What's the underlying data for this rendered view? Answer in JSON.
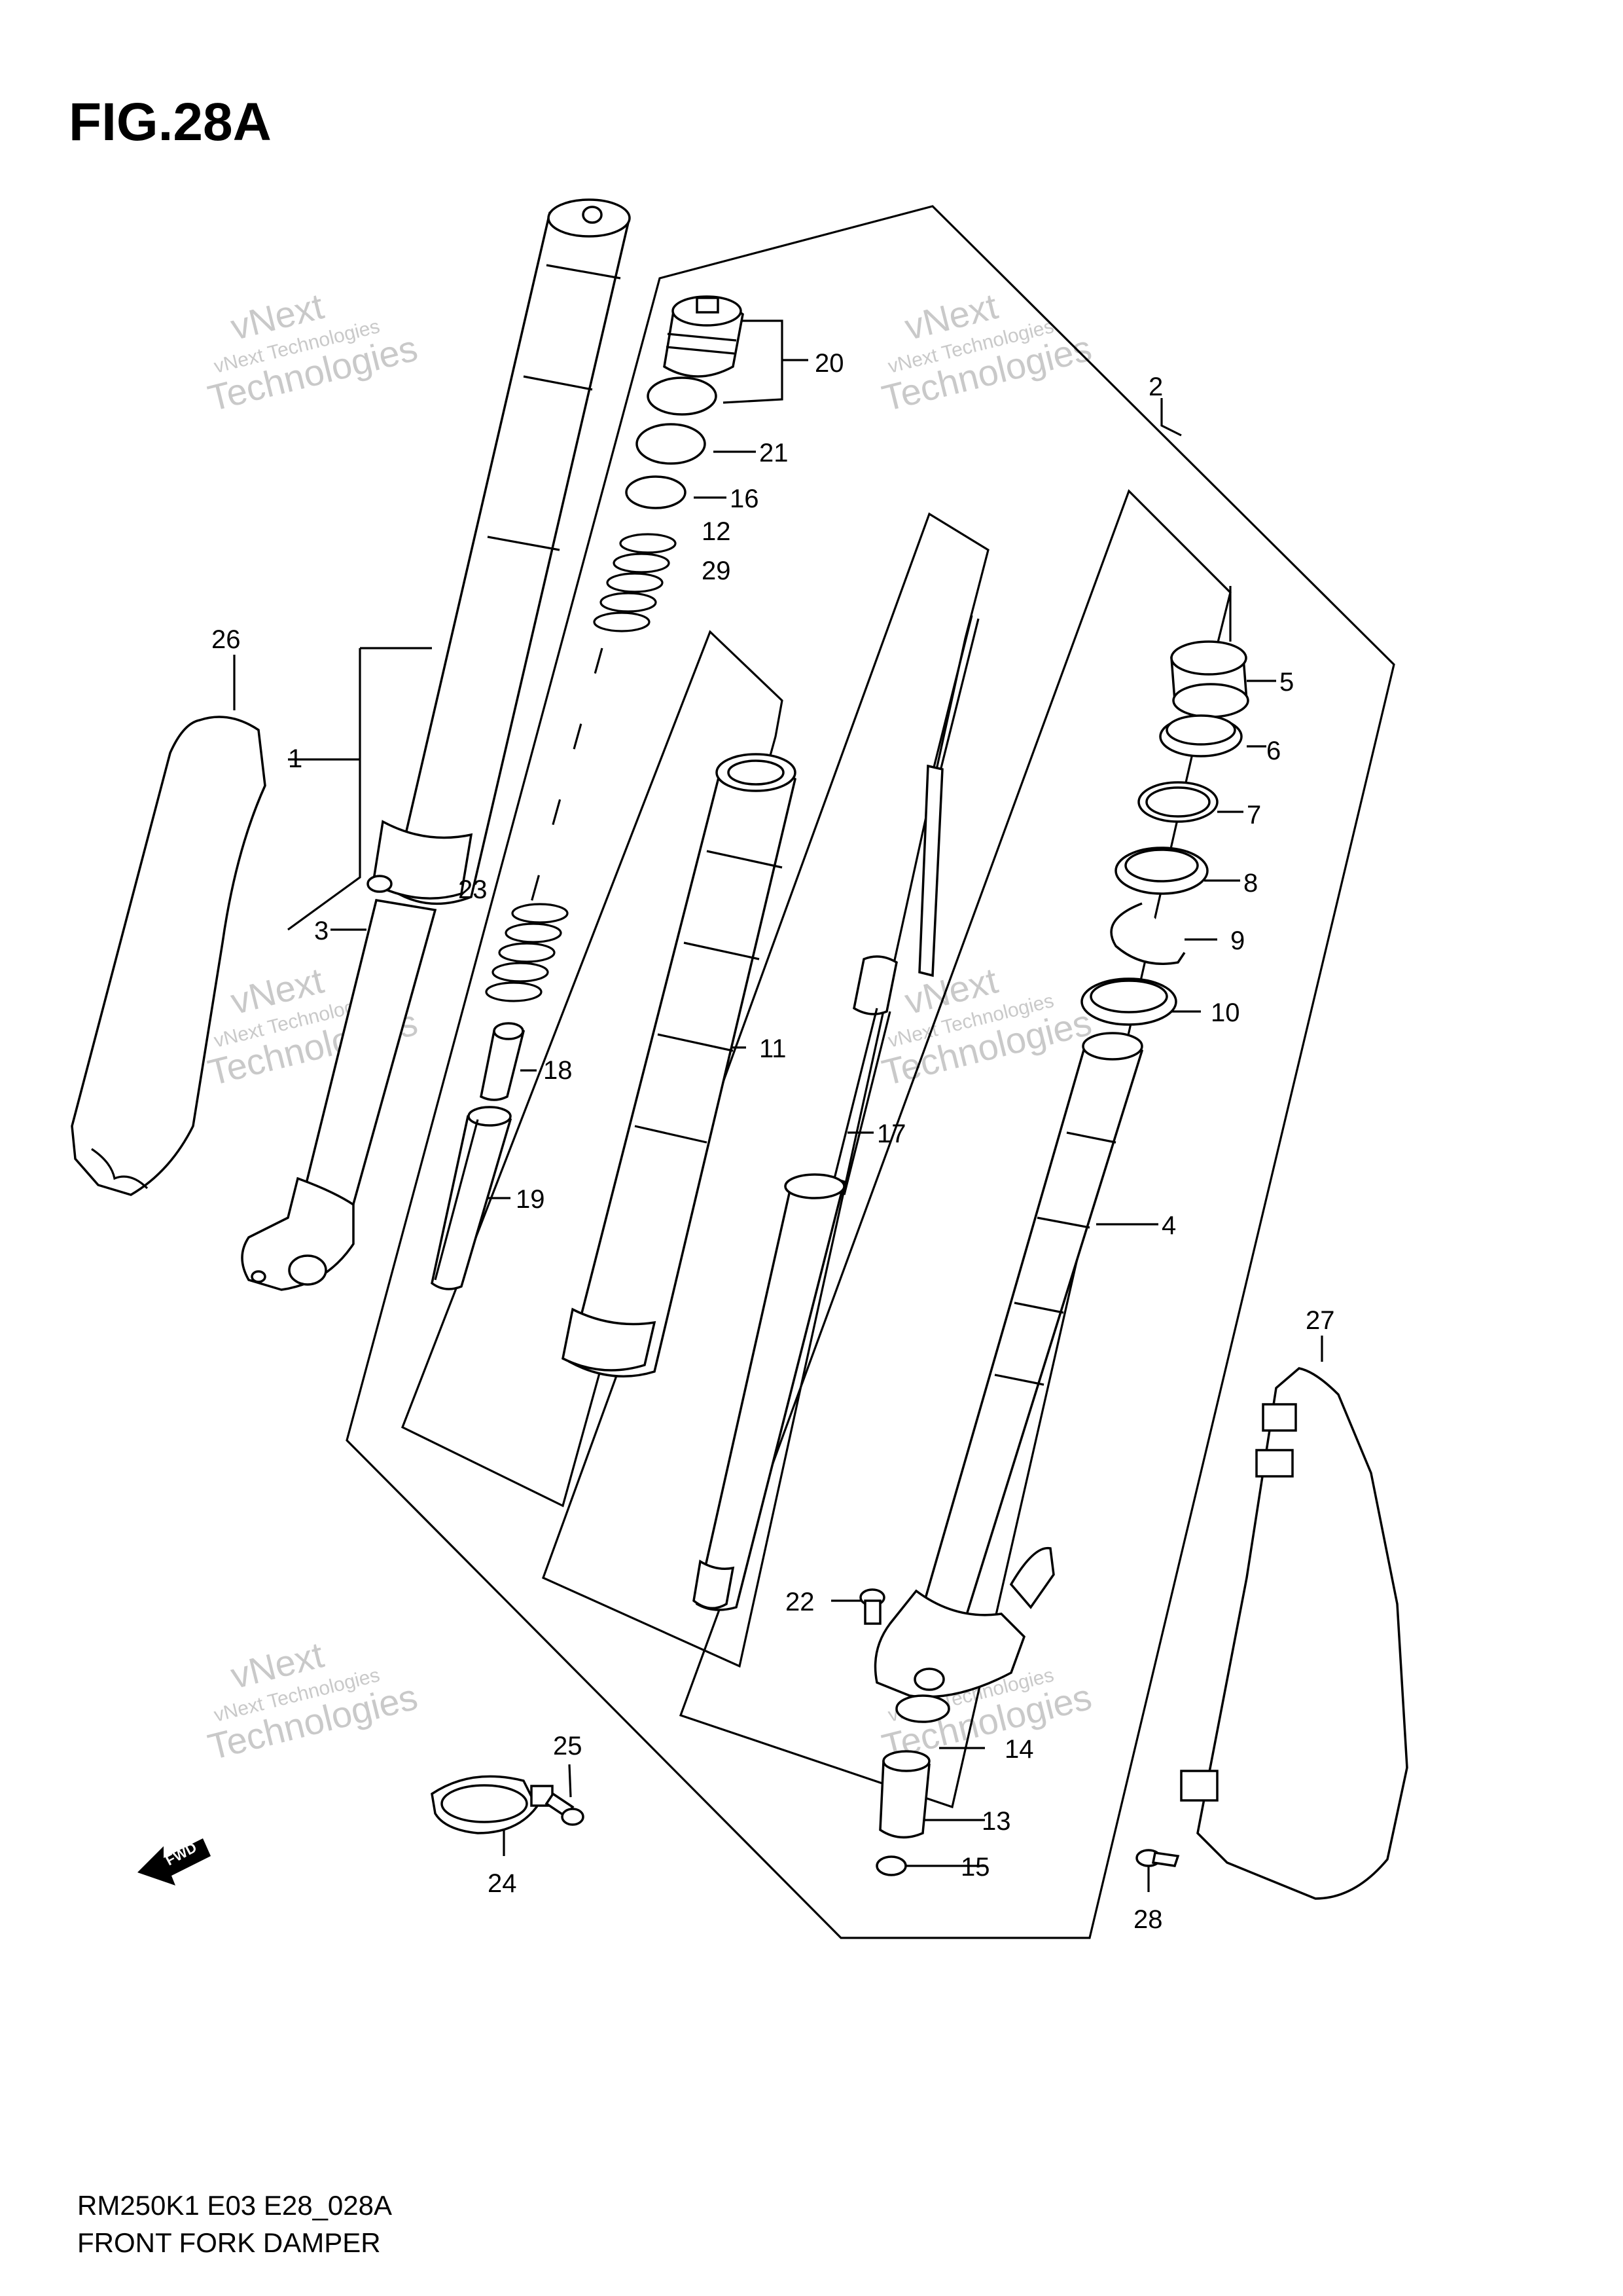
{
  "figure": {
    "id": "FIG.28A",
    "model_code": "RM250K1 E03 E28_028A",
    "title": "FRONT FORK DAMPER"
  },
  "watermark": {
    "line1": "vNext Technologies",
    "line2": "vNext",
    "line3": "Technologies"
  },
  "fwd_label": "FWD",
  "callouts": {
    "c1": "1",
    "c2": "2",
    "c3": "3",
    "c4": "4",
    "c5": "5",
    "c6": "6",
    "c7": "7",
    "c8": "8",
    "c9": "9",
    "c10": "10",
    "c11": "11",
    "c12": "12",
    "c13": "13",
    "c14": "14",
    "c15": "15",
    "c16": "16",
    "c17": "17",
    "c18": "18",
    "c19": "19",
    "c20": "20",
    "c21": "21",
    "c22": "22",
    "c23": "23",
    "c24": "24",
    "c25": "25",
    "c26": "26",
    "c27": "27",
    "c28": "28",
    "c29": "29"
  }
}
